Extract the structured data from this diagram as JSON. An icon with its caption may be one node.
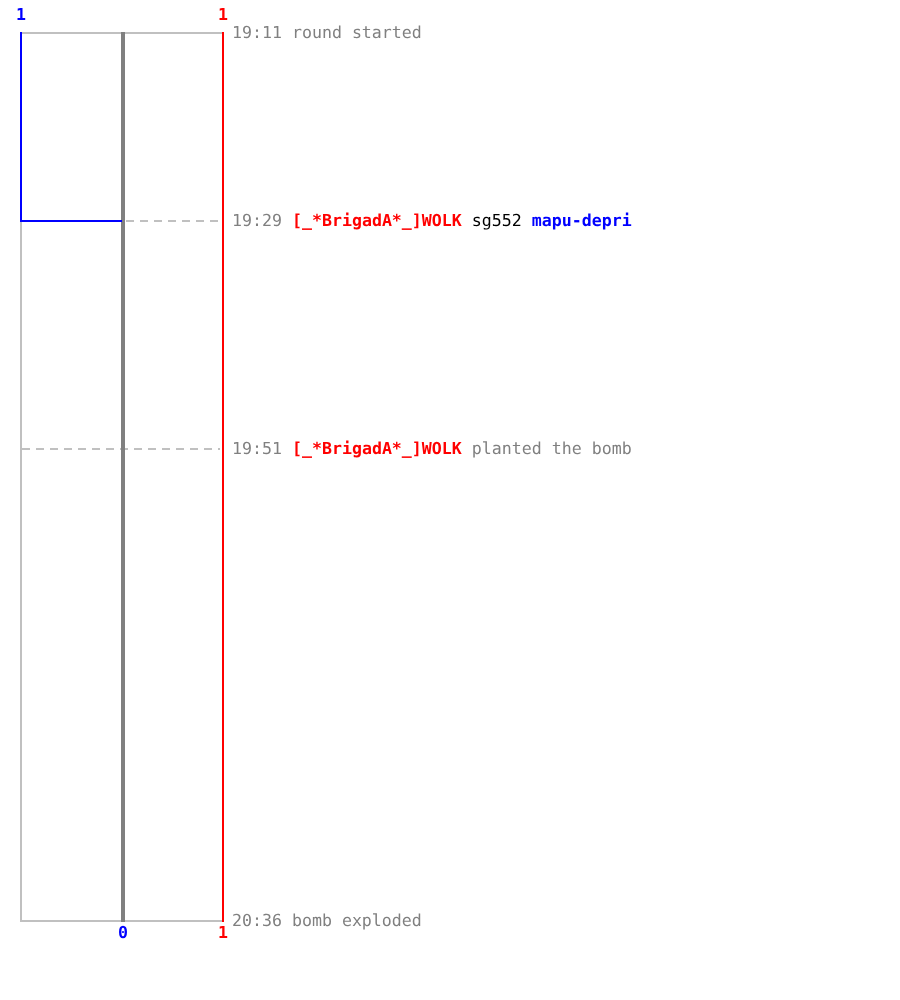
{
  "diagram": {
    "labels": [
      "1",
      "1",
      "19:11 round started",
      "19:29",
      "[_*BrigadA*_]WOLK",
      "sg552",
      "mapu-depri",
      "19:51",
      "[_*BrigadA*_]WOLK",
      "planted the bomb",
      "0",
      "1",
      "20:36 bomb exploded"
    ]
  }
}
